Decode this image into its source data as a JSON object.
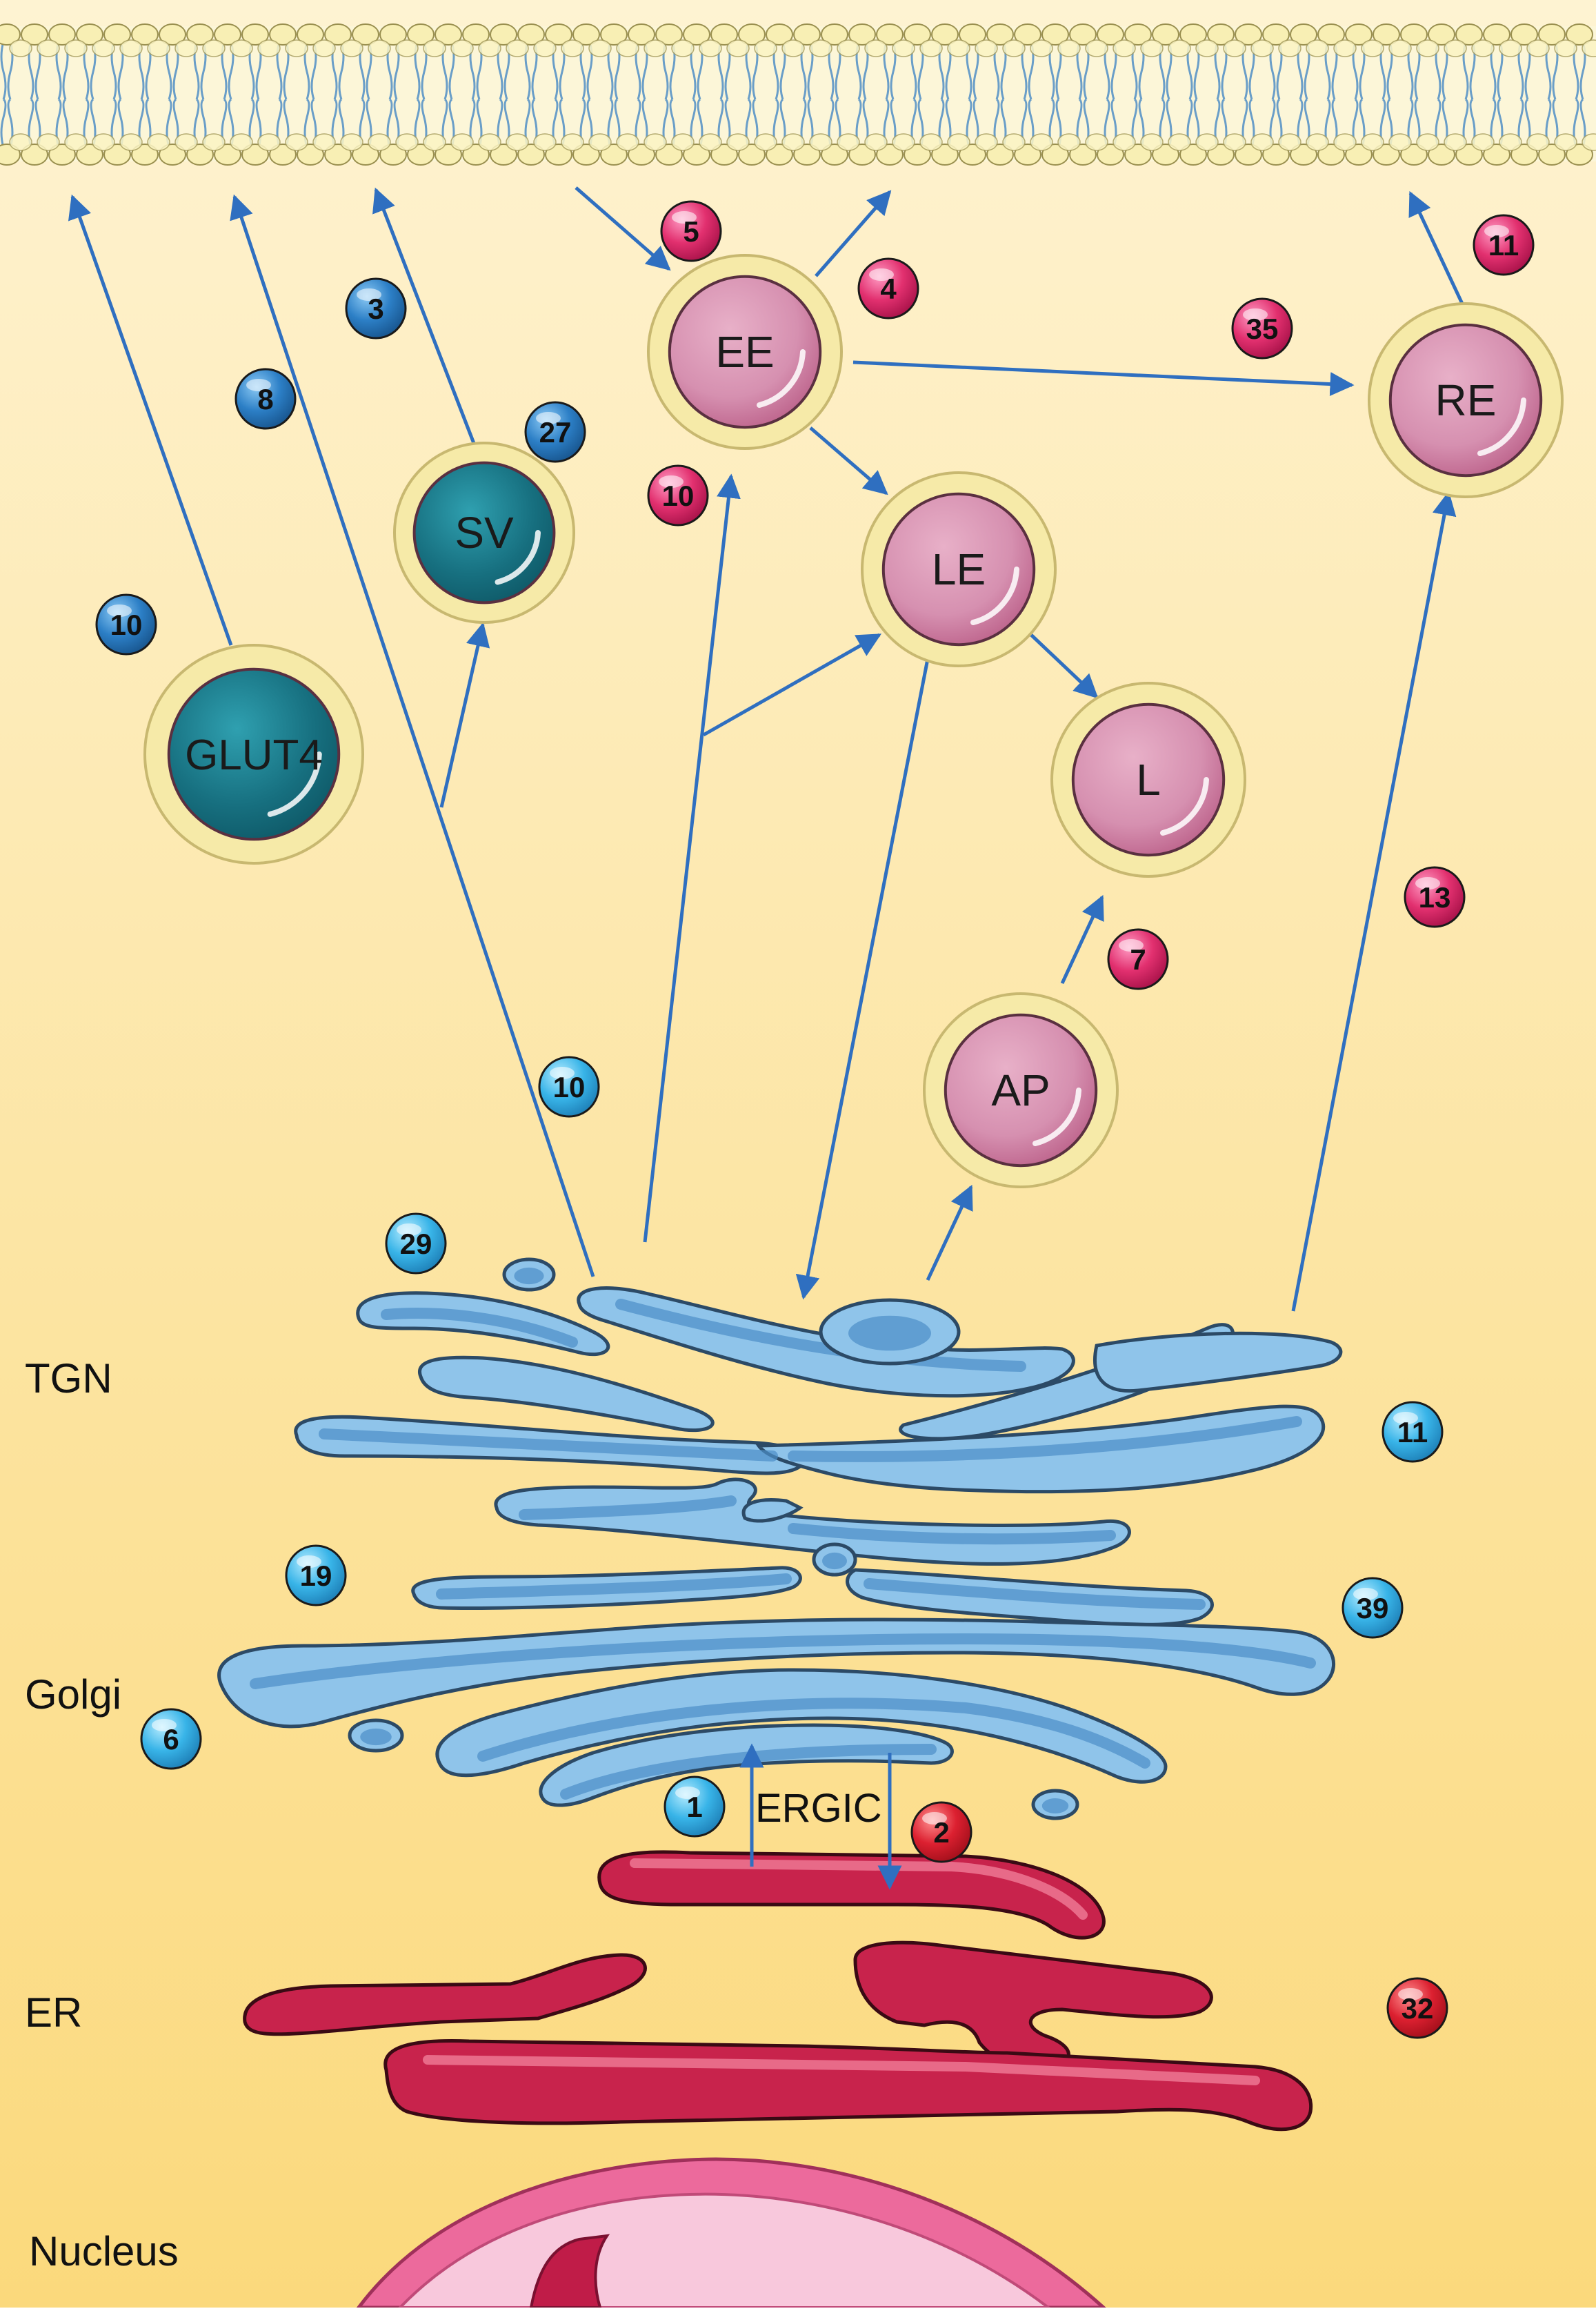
{
  "colors": {
    "bg_top": "#fdf0c8",
    "bg_bottom": "#fbd97a",
    "arrow": "#2f6fc0",
    "vesicle_ring": "#f3e5a0",
    "vesicle_pink": "#c86e92",
    "vesicle_teal": "#1e7e8e",
    "golgi": "#6aaad8",
    "er": "#c8234c",
    "badge_pink": "#d81b60",
    "badge_blue_dark": "#1f6fb8",
    "badge_blue_light": "#2ba8e0",
    "badge_red": "#d11a2a",
    "nucleus": "#f07aa8"
  },
  "regions": {
    "tgn": "TGN",
    "golgi": "Golgi",
    "er": "ER",
    "nucleus": "Nucleus",
    "ergic": "ERGIC"
  },
  "vesicles": {
    "ee": "EE",
    "re": "RE",
    "le": "LE",
    "l": "L",
    "sv": "SV",
    "glut4": "GLUT4",
    "ap": "AP"
  },
  "badges": {
    "b5": "5",
    "b4": "4",
    "b11_top": "11",
    "b35": "35",
    "b3": "3",
    "b8": "8",
    "b27": "27",
    "b10_pink": "10",
    "b10_left": "10",
    "b7": "7",
    "b13": "13",
    "b10_mid": "10",
    "b29": "29",
    "b11_golgi": "11",
    "b19": "19",
    "b39": "39",
    "b6": "6",
    "b1": "1",
    "b2": "2",
    "b32": "32"
  }
}
